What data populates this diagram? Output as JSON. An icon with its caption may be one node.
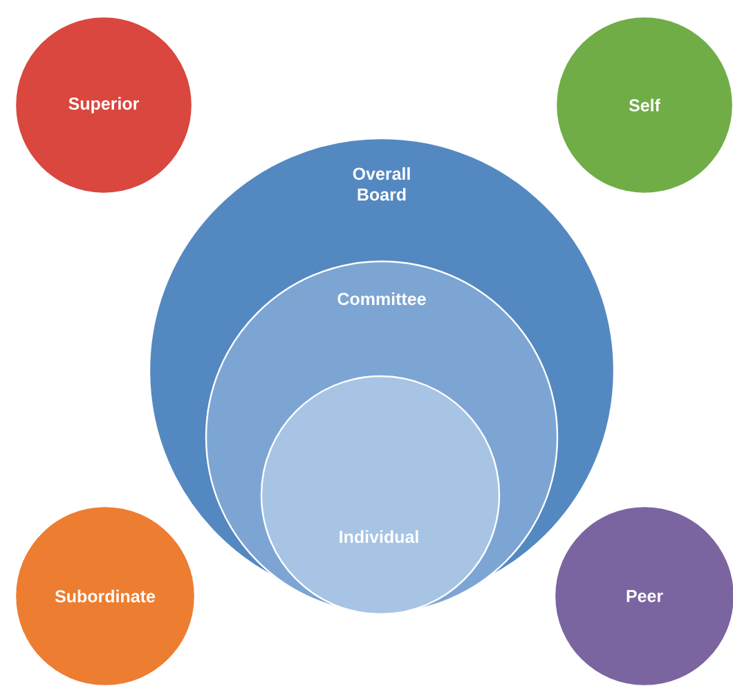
{
  "diagram": {
    "nodes": [
      {
        "text": [
          "Superior"
        ]
      },
      {
        "text": [
          "Self"
        ]
      },
      {
        "text": [
          "Overall Board"
        ]
      },
      {
        "text": [
          "Committee"
        ],
        "in": 2
      },
      {
        "text": [
          "Individual"
        ],
        "in": 3
      },
      {
        "text": [
          "Subordinate"
        ]
      },
      {
        "text": [
          "Peer"
        ]
      }
    ]
  }
}
